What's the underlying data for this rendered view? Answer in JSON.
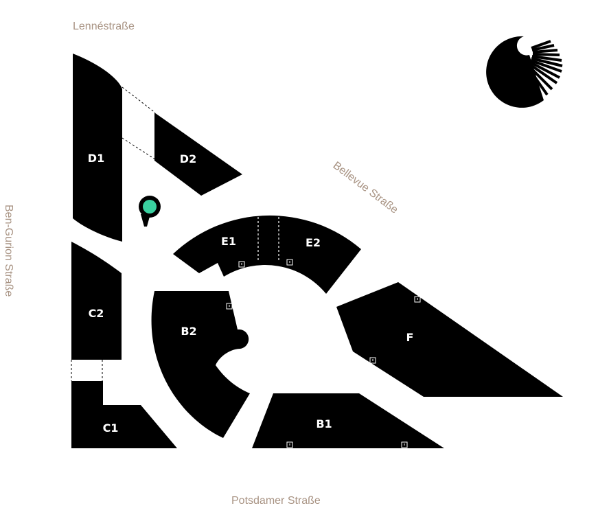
{
  "streets": {
    "north": "Lennéstraße",
    "northeast": "Bellevue Straße",
    "west": "Ben-Gurion Straße",
    "south": "Potsdamer Straße"
  },
  "blocks": {
    "d1": "D1",
    "d2": "D2",
    "e1": "E1",
    "e2": "E2",
    "c2": "C2",
    "b2": "B2",
    "f": "F",
    "c1": "C1",
    "b1": "B1"
  },
  "marker": {
    "color": "#3ad0a0",
    "icon": "location-pin-icon"
  },
  "logo": {
    "icon": "sun-rays-logo"
  }
}
